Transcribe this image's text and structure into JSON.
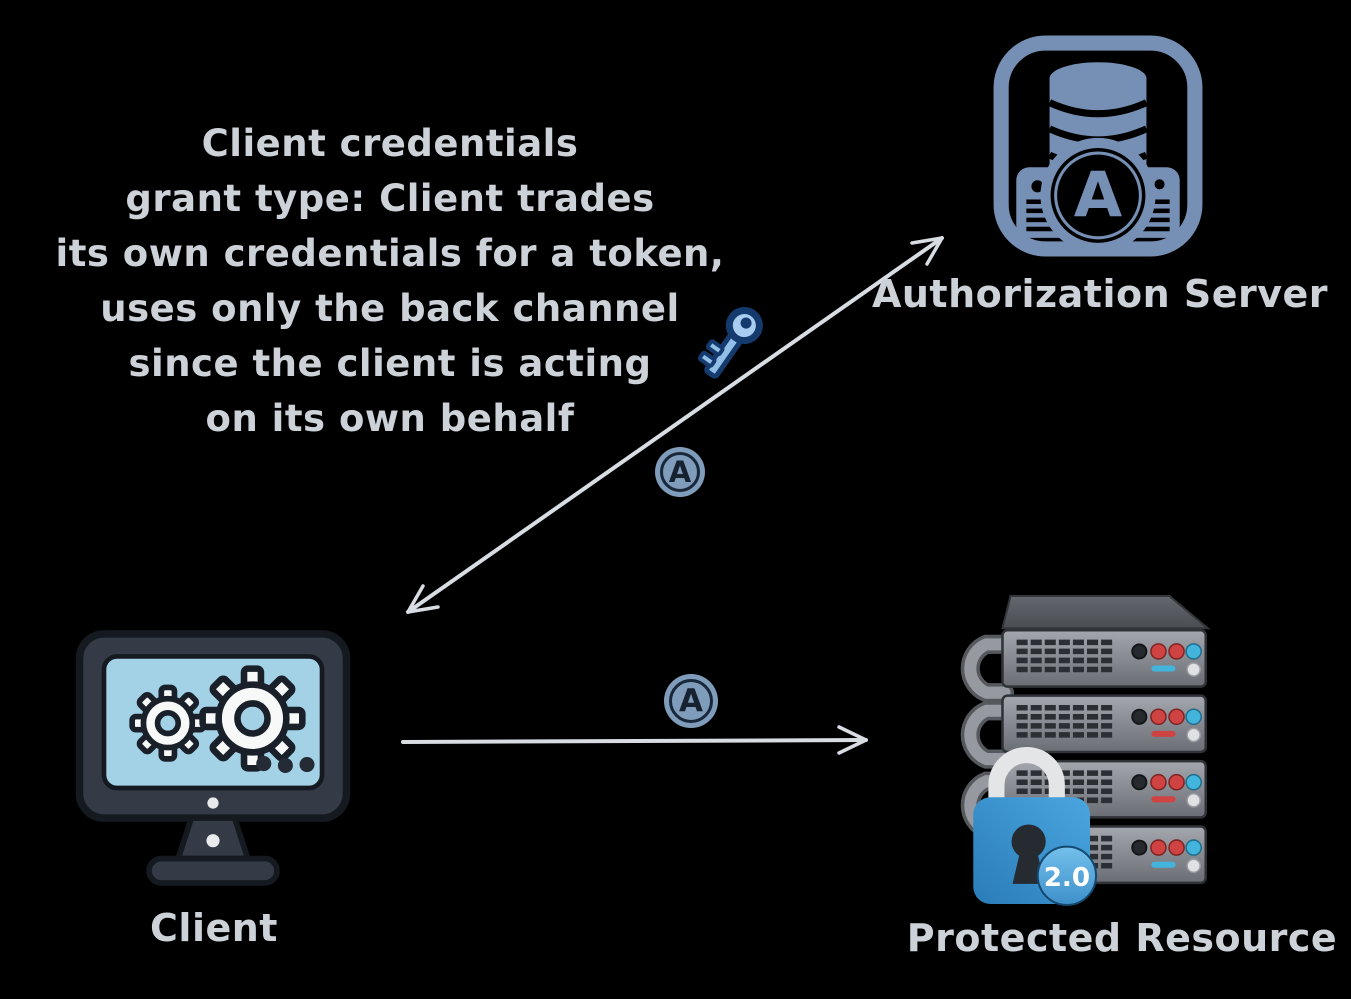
{
  "annotation": {
    "lines": [
      "Client credentials",
      "grant type: Client trades",
      "its own credentials for a token,",
      "uses only the back channel",
      "since the client is acting",
      "on its own behalf"
    ]
  },
  "nodes": {
    "authorization_server": {
      "label": "Authorization Server",
      "icon_letter": "A"
    },
    "client": {
      "label": "Client"
    },
    "protected_resource": {
      "label": "Protected Resource",
      "lock_version_badge": "2.0"
    }
  },
  "edges": {
    "client_authserver": {
      "badge_letter": "A",
      "arrows": "both-ends",
      "icon": "key-icon"
    },
    "client_resource": {
      "badge_letter": "A",
      "arrows": "right-end"
    }
  },
  "colors": {
    "background": "#000000",
    "annotation_text": "#ccd2d8",
    "label_text": "#ccd2d8",
    "arrow": "#d8dce3",
    "auth_icon_slate": "#7590b4",
    "step_badge_fill": "#7f9cba",
    "step_badge_glyph": "#18273a",
    "monitor_body": "#343b46",
    "monitor_screen": "#a3d2e6",
    "server_face_light": "#a4a7ad",
    "server_face_dark": "#6a6d73",
    "led_red": "#d04343",
    "led_cyan": "#43b4dc",
    "lock_blue": "#3696d4",
    "lock_badge_blue": "#57abe2",
    "key_blue": "#a9cdf1",
    "key_outline": "#143a6e"
  }
}
